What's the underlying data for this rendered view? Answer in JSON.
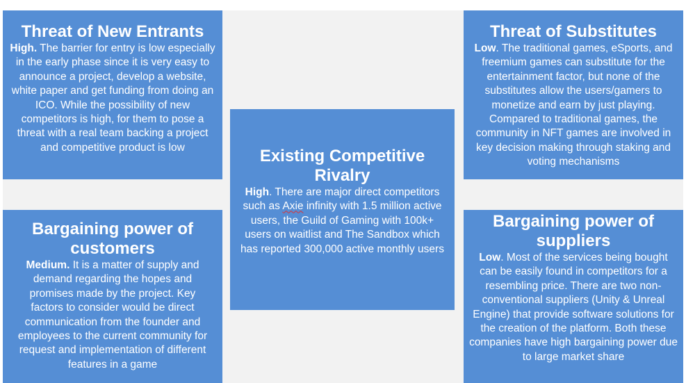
{
  "boxes": {
    "new_entrants": {
      "title": "Threat of New Entrants",
      "level": "High.",
      "text": " The barrier for entry is low especially in the early phase since it is very easy to announce a project, develop a website, white paper and get funding from doing an ICO. While  the possibility of new competitors is high, for them to pose a threat with a real team backing a project and competitive product is low"
    },
    "substitutes": {
      "title": "Threat of Substitutes",
      "level": "Low",
      "text": ". The traditional games, eSports, and freemium games can substitute for the entertainment factor, but none of the substitutes allow the users/gamers to monetize and earn by just playing. Compared to traditional games, the community in NFT games are involved in key decision making through staking and voting mechanisms"
    },
    "rivalry": {
      "title": "Existing Competitive Rivalry",
      "level": "High",
      "text_a": ". There are major direct competitors such as ",
      "axie": "Axie",
      "text_b": " infinity with 1.5 million active users, the Guild of Gaming with 100k+ users on waitlist and The Sandbox which has reported 300,000 active monthly users"
    },
    "customers": {
      "title": "Bargaining power of customers",
      "level": "Medium.",
      "text": " It is a matter of supply and demand regarding the hopes and promises made by the project. Key factors to consider would be direct communication from the founder and employees to the current community for request and implementation of different features in a game"
    },
    "suppliers": {
      "title": "Bargaining power of suppliers",
      "level": "Low",
      "text": ". Most of the services being bought can be easily found in competitors for a resembling price. There are two non-conventional suppliers (Unity & Unreal Engine) that provide software solutions for the creation of the platform. Both these companies have high bargaining power due to large market share"
    }
  }
}
